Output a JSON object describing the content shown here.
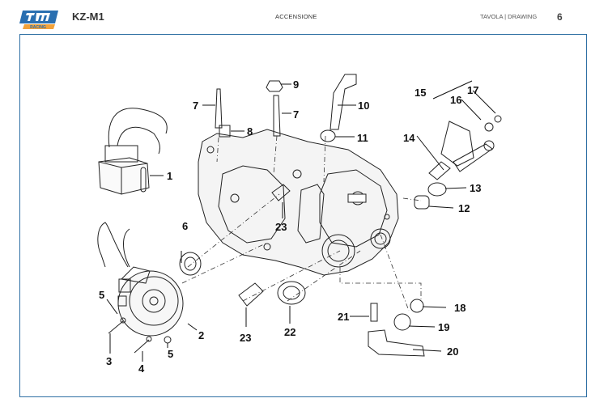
{
  "header": {
    "model": "KZ-M1",
    "section": "ACCENSIONE",
    "drawing": "TAVOLA | DRAWING",
    "page": "6"
  },
  "colors": {
    "frame": "#2e6fa3",
    "logo_blue": "#2a6fb0",
    "logo_orange": "#f2a23a",
    "ink": "#111111"
  },
  "diagram": {
    "part_labels": [
      "1",
      "2",
      "3",
      "4",
      "5",
      "5",
      "6",
      "7",
      "7",
      "8",
      "9",
      "10",
      "11",
      "12",
      "13",
      "14",
      "15",
      "16",
      "17",
      "18",
      "19",
      "20",
      "21",
      "22",
      "23",
      "23"
    ]
  }
}
